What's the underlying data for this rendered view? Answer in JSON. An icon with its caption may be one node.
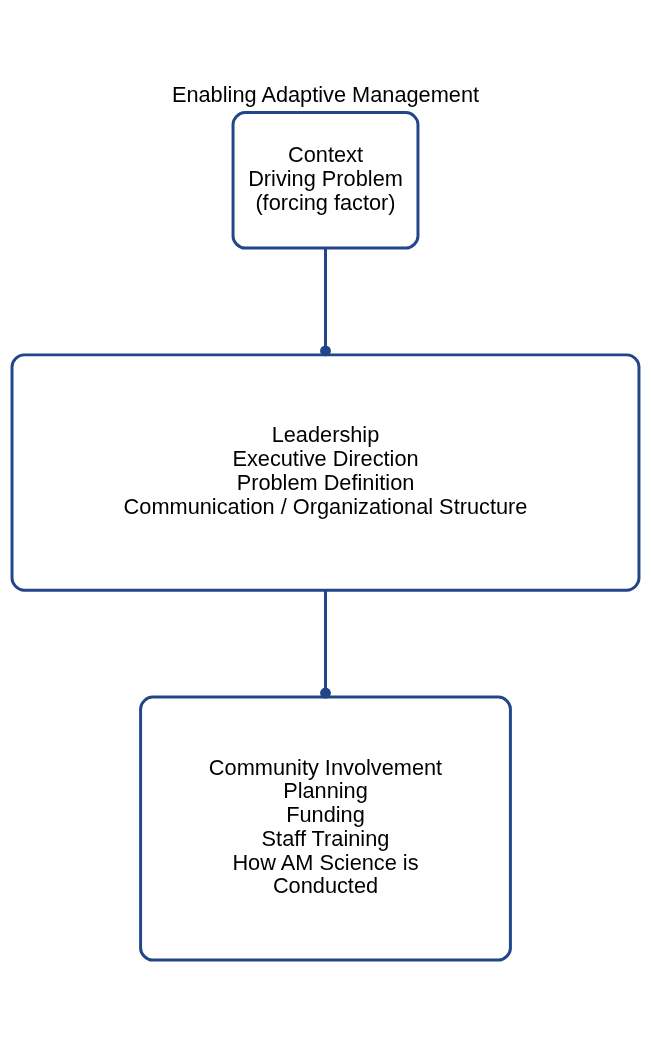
{
  "diagram": {
    "title": "Enabling Adaptive Management",
    "nodes": [
      {
        "text": [
          "Context",
          "Driving Problem",
          "(forcing factor)"
        ]
      },
      {
        "text": [
          "Leadership",
          "Executive Direction",
          "Problem Definition",
          "Communication / Organizational Structure"
        ]
      },
      {
        "text": [
          "Community Involvement",
          "Planning",
          "Funding",
          "Staff Training",
          "How AM Science is Conducted"
        ]
      }
    ],
    "edges": [
      {
        "from": 0,
        "to": 1,
        "arrow": "other"
      },
      {
        "from": 1,
        "to": 2,
        "arrow": "other"
      }
    ]
  }
}
